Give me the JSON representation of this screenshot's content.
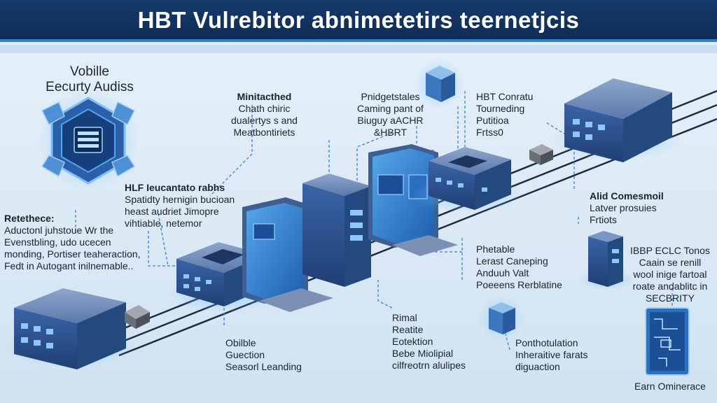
{
  "title": "HBT Vulrebitor abnimetetirs teernetjcis",
  "badge": {
    "line1": "Vobille",
    "line2": "Eecurty Audiss"
  },
  "labels": {
    "center_top": {
      "head": "Minitacthed",
      "lines": [
        "Chath chiric",
        "dualertys s and",
        "Meatbontiriets"
      ]
    },
    "top_mid": {
      "lines": [
        "Pnidgetstales",
        "Caming pant of",
        "Biuguy aACHR",
        "&HBRT"
      ]
    },
    "top_right": {
      "lines": [
        "HBT Conratu",
        "Tourneding",
        "Putitioa",
        "Frtss0"
      ]
    },
    "mid_left": {
      "head": "HLF Ieucantato rabhs",
      "lines": [
        "Spatidty hernigin bucioan",
        "heast audriet Jimopre",
        "vihtiable, netemor"
      ]
    },
    "left": {
      "head": "Retethece:",
      "lines": [
        "Aductonl juhstoue Wr the",
        "Evenstbling, udo ucecen",
        "monding, Portiser teaheraction,",
        "Fedt in Autogant inilnemable.."
      ]
    },
    "right_top": {
      "head": "Alid Comesmoil",
      "lines": [
        "Latver prosuies",
        "Frtiots"
      ]
    },
    "mid_right": {
      "lines": [
        "Phetable",
        "Lerast Caneping",
        "Anduuh Valt",
        "Poeeens Rerblatine"
      ]
    },
    "right_badge": {
      "lines": [
        "IBBP ECLC Tonos",
        "Caain se renill",
        "wool inige fartoal",
        "roate andablitc in",
        "SECBRITY"
      ]
    },
    "bottom_center": {
      "lines": [
        "Rimal",
        "Reatite",
        "Eotektion",
        "Bebe Miolipial",
        "cilfreotrn alulipes"
      ]
    },
    "bottom_left": {
      "lines": [
        "Obilble",
        "Guection",
        "Seasorl Leanding"
      ]
    },
    "bottom_right": {
      "lines": [
        "Ponthotulation",
        "Inheraitive farats",
        "diguaction"
      ]
    },
    "corner": {
      "text": "Earn Ominerace"
    }
  },
  "colors": {
    "title_bg": "#133563",
    "accent": "#2f7fd0",
    "device_top": "#6c88b8",
    "device_side": "#2e4f86",
    "connector": "#3b7fd6"
  }
}
